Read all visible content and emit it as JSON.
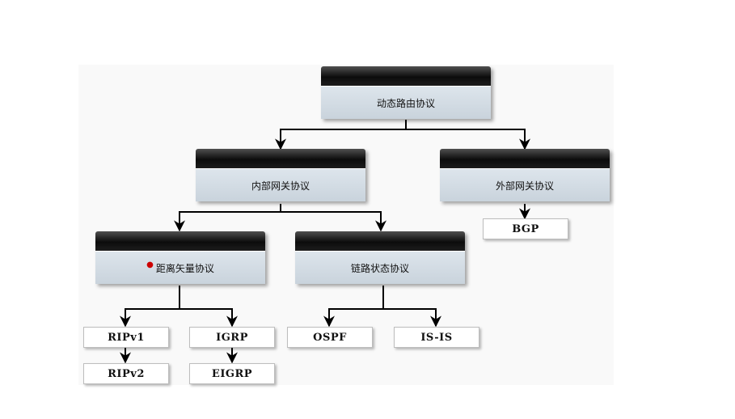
{
  "diagram": {
    "root": {
      "label": "动态路由协议"
    },
    "igp": {
      "label": "内部网关协议"
    },
    "egp": {
      "label": "外部网关协议"
    },
    "distance_vector": {
      "label": "距离矢量协议"
    },
    "link_state": {
      "label": "链路状态协议"
    },
    "leaves": {
      "bgp": "BGP",
      "ripv1": "RIPv1",
      "ripv2": "RIPv2",
      "igrp": "IGRP",
      "eigrp": "EIGRP",
      "ospf": "OSPF",
      "isis": "IS-IS"
    }
  },
  "colors": {
    "header_dark": "#111111",
    "node_body": "#d3dbe2",
    "connector": "#000000",
    "marker_dot": "#cc0000"
  }
}
